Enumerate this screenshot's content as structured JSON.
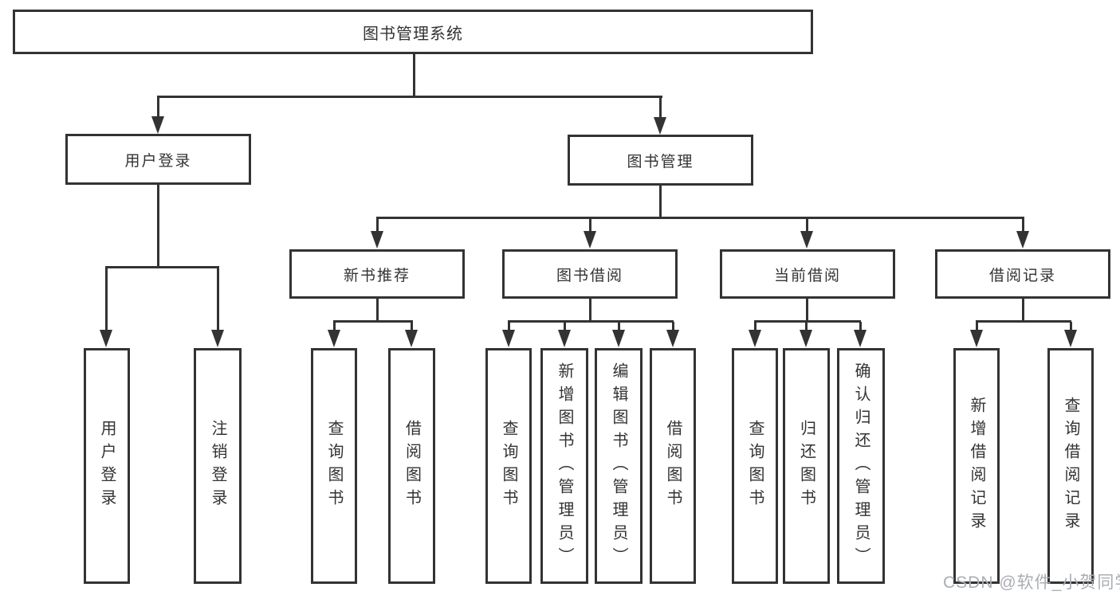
{
  "diagram": {
    "root": {
      "label": "图书管理系统"
    },
    "level2": [
      {
        "label": "用户登录"
      },
      {
        "label": "图书管理"
      }
    ],
    "level3": [
      {
        "label": "新书推荐"
      },
      {
        "label": "图书借阅"
      },
      {
        "label": "当前借阅"
      },
      {
        "label": "借阅记录"
      }
    ],
    "leaves": [
      {
        "label": "用户登录"
      },
      {
        "label": "注销登录"
      },
      {
        "label": "查询图书"
      },
      {
        "label": "借阅图书"
      },
      {
        "label": "查询图书"
      },
      {
        "label": "新增图书（管理员）"
      },
      {
        "label": "编辑图书（管理员）"
      },
      {
        "label": "借阅图书"
      },
      {
        "label": "查询图书"
      },
      {
        "label": "归还图书"
      },
      {
        "label": "确认归还（管理员）"
      },
      {
        "label": "新增借阅记录"
      },
      {
        "label": "查询借阅记录"
      }
    ],
    "watermark": "CSDN @软件_小贺同学",
    "colors": {
      "line": "#333333",
      "text": "#333333",
      "watermark": "#aaaeb3",
      "background": "#ffffff"
    }
  }
}
